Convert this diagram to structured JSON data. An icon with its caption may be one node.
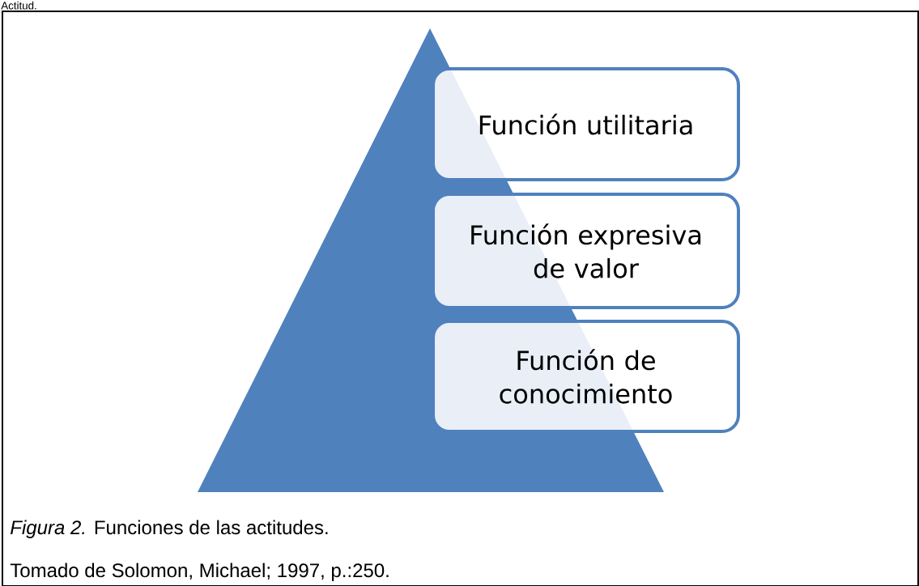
{
  "diagram": {
    "caption": "*Figura 2.* Funciones de las actitudes.",
    "nodes": [
      {
        "text": [],
        "shape": "triangle"
      },
      {
        "text": [
          "Función utilitaria"
        ]
      },
      {
        "text": [
          "Función expresiva de valor"
        ]
      },
      {
        "text": [
          "Función de conocimiento"
        ]
      }
    ],
    "edges": [],
    "labels": [
      "Actitud.",
      "Tomado de Solomon, Michael; 1997, p.:250."
    ]
  }
}
